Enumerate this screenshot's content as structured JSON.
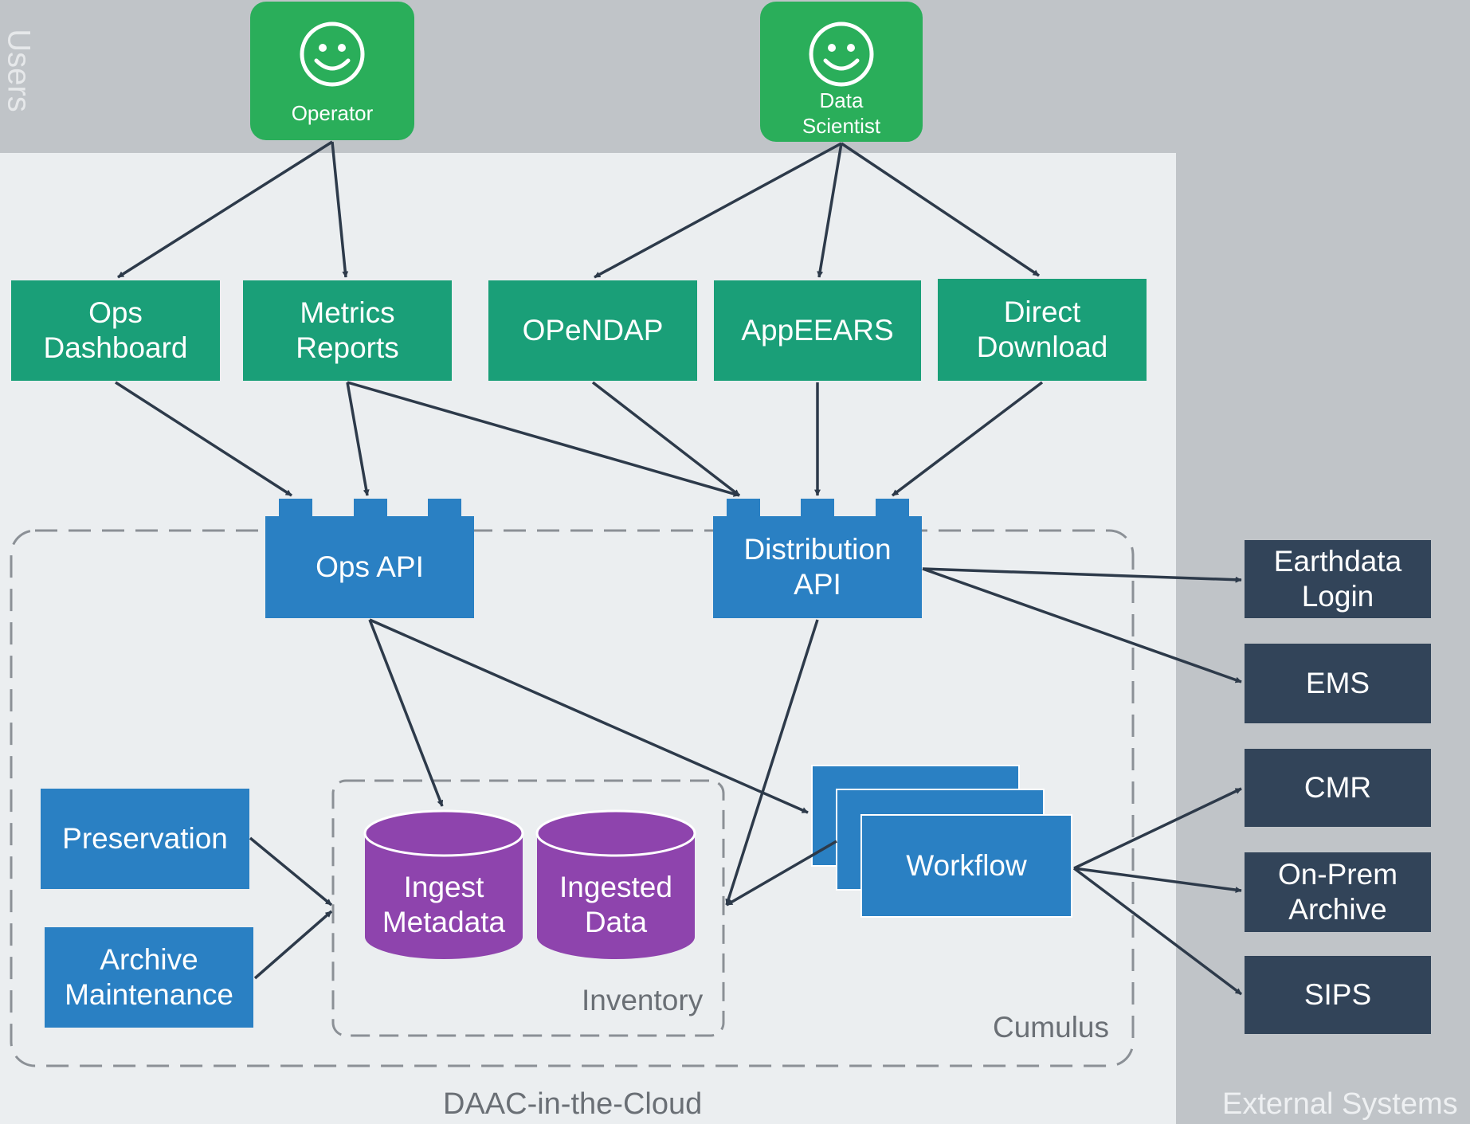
{
  "regions": {
    "users": "Users",
    "external_systems": "External Systems",
    "daac": "DAAC-in-the-Cloud",
    "cumulus": "Cumulus",
    "inventory": "Inventory"
  },
  "users": {
    "operator": "Operator",
    "data_scientist": "Data\nScientist"
  },
  "apps": {
    "ops_dashboard": "Ops\nDashboard",
    "metrics_reports": "Metrics\nReports",
    "opendap": "OPeNDAP",
    "appeears": "AppEEARS",
    "direct_download": "Direct\nDownload"
  },
  "apis": {
    "ops_api": "Ops API",
    "distribution_api": "Distribution\nAPI"
  },
  "components": {
    "preservation": "Preservation",
    "archive_maintenance": "Archive\nMaintenance",
    "workflow": "Workflow"
  },
  "stores": {
    "ingest_metadata": "Ingest\nMetadata",
    "ingested_data": "Ingested\nData"
  },
  "external": {
    "earthdata_login": "Earthdata\nLogin",
    "ems": "EMS",
    "cmr": "CMR",
    "on_prem_archive": "On-Prem\nArchive",
    "sips": "SIPS"
  },
  "colors": {
    "user_green": "#2aae5a",
    "app_teal": "#1a9f78",
    "api_blue": "#2a80c3",
    "store_purple": "#8e44ad",
    "external_navy": "#324459"
  }
}
